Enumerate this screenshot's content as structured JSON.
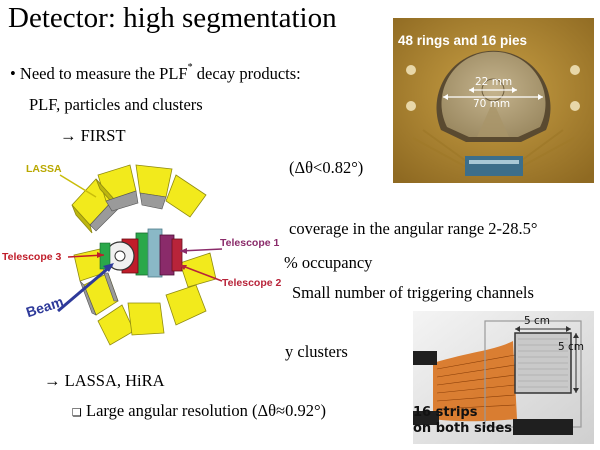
{
  "slide": {
    "title": "Detector: high segmentation",
    "bullet_symbol": "•",
    "bullet_text": "Need to measure the PLF",
    "bullet_sup": "*",
    "bullet_tail": " decay products:",
    "line2": "PLF, particles and clusters",
    "arrow": "→",
    "first_label": "FIRST",
    "first_resolution": "(Δθ<0.82°)",
    "coverage": "coverage in the angular range 2-28.5°",
    "occupancy": "% occupancy",
    "triggering": "Small number of triggering channels",
    "clusters": "y clusters",
    "lassa_hira": "LASSA, HiRA",
    "square_bullet": "❑",
    "lassa_resolution": "Large angular resolution (Δθ≈0.92°)"
  },
  "photo_first": {
    "caption": "48 rings and 16 pies",
    "inner_diameter": "22 mm",
    "outer_diameter": "70 mm"
  },
  "detector_drawing": {
    "lassa": "LASSA",
    "telescope1": "Telescope 1",
    "telescope2": "Telescope 2",
    "telescope3": "Telescope 3",
    "beam": "Beam"
  },
  "photo_lassa": {
    "width_label": "5 cm",
    "height_label": "5 cm",
    "strips_line1": "16 strips",
    "strips_line2": "on both sides"
  },
  "colors": {
    "yellow": "#f2ea1c",
    "pcb": "#b58a2e",
    "telescope1": "#8a2b6a",
    "telescope2": "#b8243a",
    "telescope3": "#c01d2a",
    "beam": "#2e3a9a",
    "lassa_label": "#b9a800"
  }
}
